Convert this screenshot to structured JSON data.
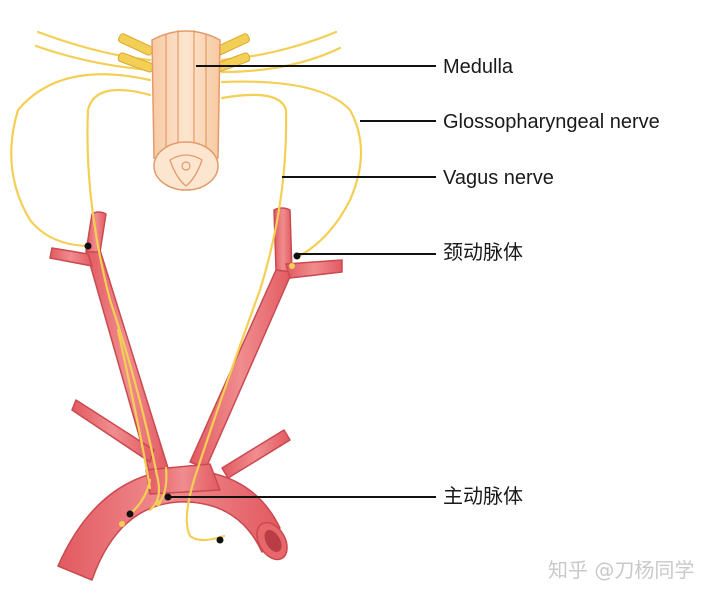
{
  "labels": {
    "medulla": "Medulla",
    "glossopharyngeal": "Glossopharyngeal nerve",
    "vagus": "Vagus nerve",
    "carotid_body": "颈动脉体",
    "aortic_body": "主动脉体"
  },
  "watermark": "知乎 @刀杨同学",
  "colors": {
    "artery_fill": "#e8676b",
    "artery_dark": "#c94a50",
    "artery_highlight": "#f3a3a4",
    "nerve": "#f4cf55",
    "medulla_fill": "#fbd9b8",
    "medulla_stroke": "#e39a6b",
    "leader": "#111111"
  }
}
